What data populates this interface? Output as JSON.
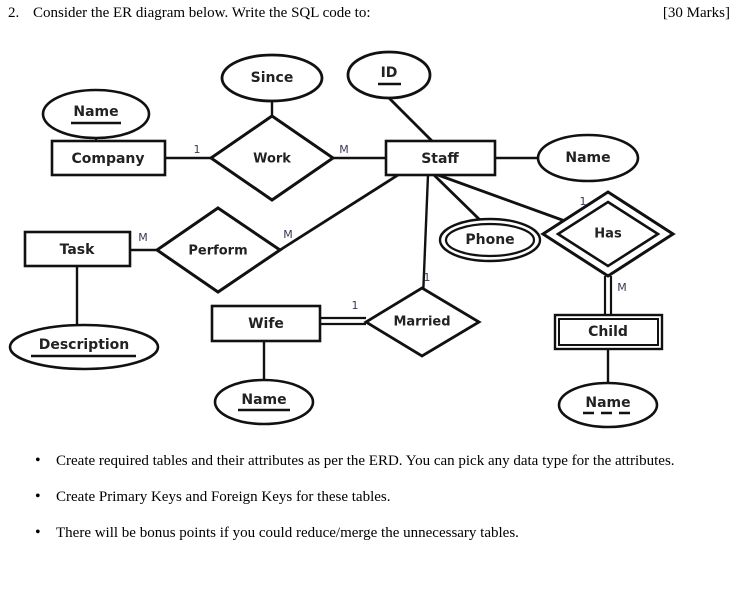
{
  "question": {
    "number": "2.",
    "text": "Consider the ER diagram below. Write the SQL code to:",
    "marks": "[30 Marks]"
  },
  "diagram": {
    "entities": [
      {
        "id": "company",
        "label": "Company",
        "weak": false
      },
      {
        "id": "staff",
        "label": "Staff",
        "weak": false
      },
      {
        "id": "task",
        "label": "Task",
        "weak": false
      },
      {
        "id": "wife",
        "label": "Wife",
        "weak": false
      },
      {
        "id": "child",
        "label": "Child",
        "weak": true
      }
    ],
    "relationships": [
      {
        "id": "work",
        "label": "Work",
        "identifying": false
      },
      {
        "id": "perform",
        "label": "Perform",
        "identifying": false
      },
      {
        "id": "married",
        "label": "Married",
        "identifying": false
      },
      {
        "id": "has",
        "label": "Has",
        "identifying": true
      }
    ],
    "attributes": [
      {
        "id": "company-name",
        "label": "Name",
        "owner": "company",
        "key": "primary",
        "multivalued": false
      },
      {
        "id": "work-since",
        "label": "Since",
        "owner": "work",
        "key": "none",
        "multivalued": false
      },
      {
        "id": "staff-id",
        "label": "ID",
        "owner": "staff",
        "key": "primary",
        "multivalued": false
      },
      {
        "id": "staff-name",
        "label": "Name",
        "owner": "staff",
        "key": "none",
        "multivalued": false
      },
      {
        "id": "staff-phone",
        "label": "Phone",
        "owner": "staff",
        "key": "none",
        "multivalued": true
      },
      {
        "id": "task-desc",
        "label": "Description",
        "owner": "task",
        "key": "primary",
        "multivalued": false
      },
      {
        "id": "wife-name",
        "label": "Name",
        "owner": "wife",
        "key": "primary",
        "multivalued": false
      },
      {
        "id": "child-name",
        "label": "Name",
        "owner": "child",
        "key": "partial",
        "multivalued": false
      }
    ],
    "cardinalities": [
      {
        "id": "company-work",
        "label": "1",
        "from": "company",
        "to": "work"
      },
      {
        "id": "work-staff",
        "label": "M",
        "from": "work",
        "to": "staff"
      },
      {
        "id": "task-perform",
        "label": "M",
        "from": "task",
        "to": "perform"
      },
      {
        "id": "perform-staff",
        "label": "M",
        "from": "perform",
        "to": "staff"
      },
      {
        "id": "staff-married",
        "label": "1",
        "from": "staff",
        "to": "married"
      },
      {
        "id": "wife-married",
        "label": "1",
        "from": "wife",
        "to": "married"
      },
      {
        "id": "staff-has",
        "label": "1",
        "from": "staff",
        "to": "has"
      },
      {
        "id": "has-child",
        "label": "M",
        "from": "has",
        "to": "child"
      }
    ],
    "colors": {
      "stroke": "#111111",
      "fill": "#ffffff",
      "cardinality_text": "#3a3a55",
      "label_text": "#222222"
    }
  },
  "tasks": [
    {
      "bullet": "•",
      "text": "Create required tables and their attributes as per the ERD. You can pick any data type for the attributes."
    },
    {
      "bullet": "•",
      "text": "Create Primary Keys and Foreign Keys for these tables."
    },
    {
      "bullet": "•",
      "text": "There will be bonus points if you could reduce/merge the unnecessary tables."
    }
  ]
}
